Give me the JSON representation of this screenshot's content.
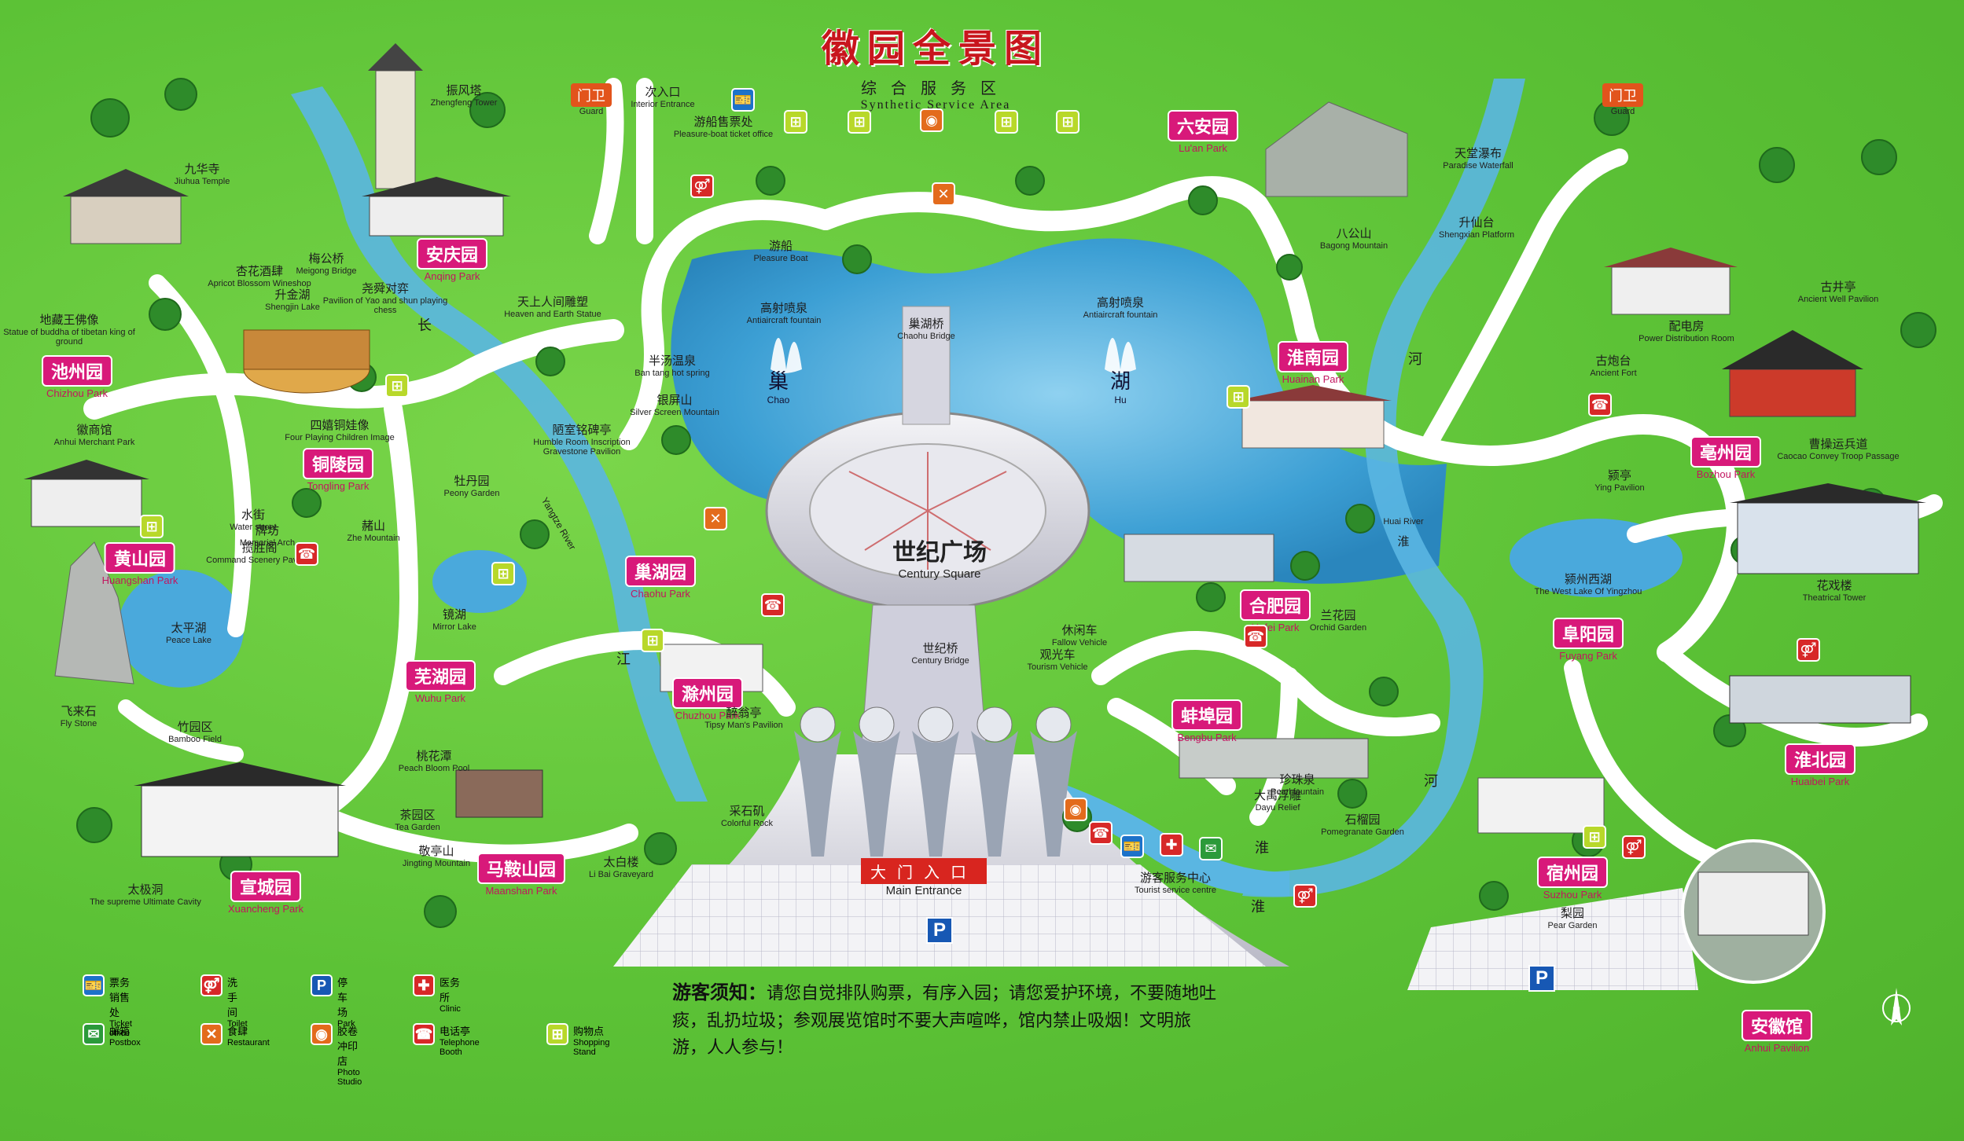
{
  "title": {
    "zh": "徽园全景图",
    "sub_zh": "综合服务区",
    "sub_en": "Synthetic Service Area"
  },
  "gates": [
    {
      "id": "gate-left",
      "zh": "门卫",
      "en": "Guard"
    },
    {
      "id": "gate-right",
      "zh": "门卫",
      "en": "Guard"
    }
  ],
  "plaza": {
    "zh": "世纪广场",
    "en": "Century Square"
  },
  "lake": {
    "west_zh": "巢",
    "west_en": "Chao",
    "east_zh": "湖",
    "east_en": "Hu"
  },
  "main_entrance": {
    "zh": "大门入口",
    "en": "Main Entrance"
  },
  "parks": [
    {
      "id": "anqing",
      "zh": "安庆园",
      "en": "Anqing Park"
    },
    {
      "id": "luan",
      "zh": "六安园",
      "en": "Lu'an Park"
    },
    {
      "id": "chizhou",
      "zh": "池州园",
      "en": "Chizhou Park"
    },
    {
      "id": "tongling",
      "zh": "铜陵园",
      "en": "Tongling Park"
    },
    {
      "id": "huangshan",
      "zh": "黄山园",
      "en": "Huangshan Park"
    },
    {
      "id": "wuhu",
      "zh": "芜湖园",
      "en": "Wuhu Park"
    },
    {
      "id": "chaohu",
      "zh": "巢湖园",
      "en": "Chaohu Park"
    },
    {
      "id": "chuzhou",
      "zh": "滁州园",
      "en": "Chuzhou Park"
    },
    {
      "id": "maanshan",
      "zh": "马鞍山园",
      "en": "Maanshan Park"
    },
    {
      "id": "xuancheng",
      "zh": "宣城园",
      "en": "Xuancheng Park"
    },
    {
      "id": "huainan",
      "zh": "淮南园",
      "en": "Huainan Park"
    },
    {
      "id": "hefei",
      "zh": "合肥园",
      "en": "Hefei Park"
    },
    {
      "id": "bengbu",
      "zh": "蚌埠园",
      "en": "Bengbu Park"
    },
    {
      "id": "bozhou",
      "zh": "亳州园",
      "en": "Bozhou Park"
    },
    {
      "id": "fuyang",
      "zh": "阜阳园",
      "en": "Fuyang Park"
    },
    {
      "id": "huaibei",
      "zh": "淮北园",
      "en": "Huaibei Park"
    },
    {
      "id": "suzhou",
      "zh": "宿州园",
      "en": "Suzhou Park"
    },
    {
      "id": "anhui",
      "zh": "安徽馆",
      "en": "Anhui Pavilion"
    }
  ],
  "spots": [
    {
      "id": "zhenfeng",
      "zh": "振风塔",
      "en": "Zhengfeng Tower"
    },
    {
      "id": "jiuhua",
      "zh": "九华寺",
      "en": "Jiuhua Temple"
    },
    {
      "id": "dizang",
      "zh": "地藏王佛像",
      "en": "Statue of buddha of tibetan king of ground"
    },
    {
      "id": "xinghua",
      "zh": "杏花酒肆",
      "en": "Apricot Blossom Wineshop"
    },
    {
      "id": "meigong",
      "zh": "梅公桥",
      "en": "Meigong Bridge"
    },
    {
      "id": "shengjin",
      "zh": "升金湖",
      "en": "Shengjin Lake"
    },
    {
      "id": "yaoshun",
      "zh": "尧舜对弈",
      "en": "Pavilion of Yao and shun playing chess"
    },
    {
      "id": "tianshang",
      "zh": "天上人间雕塑",
      "en": "Heaven and Earth Statue"
    },
    {
      "id": "sixian",
      "zh": "四嬉铜娃像",
      "en": "Four Playing Children Image"
    },
    {
      "id": "huishang",
      "zh": "徽商馆",
      "en": "Anhui Merchant Park"
    },
    {
      "id": "shuijie",
      "zh": "水街",
      "en": "Water street"
    },
    {
      "id": "paifang",
      "zh": "牌坊",
      "en": "Memorial Arch"
    },
    {
      "id": "lansheng",
      "zh": "揽胜阁",
      "en": "Command Scenery Pavilion"
    },
    {
      "id": "taiping",
      "zh": "太平湖",
      "en": "Peace Lake"
    },
    {
      "id": "feilai",
      "zh": "飞来石",
      "en": "Fly Stone"
    },
    {
      "id": "zhushan",
      "zh": "赭山",
      "en": "Zhe Mountain"
    },
    {
      "id": "mudan",
      "zh": "牡丹园",
      "en": "Peony Garden"
    },
    {
      "id": "jinghu",
      "zh": "镜湖",
      "en": "Mirror Lake"
    },
    {
      "id": "bantang",
      "zh": "半汤温泉",
      "en": "Ban tang hot spring"
    },
    {
      "id": "yinping",
      "zh": "银屏山",
      "en": "Silver Screen Mountain"
    },
    {
      "id": "loushi",
      "zh": "陋室铭碑亭",
      "en": "Humble Room Inscription Gravestone Pavilion"
    },
    {
      "id": "youchuan",
      "zh": "游船",
      "en": "Pleasure Boat"
    },
    {
      "id": "gaoshe-w",
      "zh": "高射喷泉",
      "en": "Antiaircraft fountain"
    },
    {
      "id": "gaoshe-e",
      "zh": "高射喷泉",
      "en": "Antiaircraft fountain"
    },
    {
      "id": "chaohuqiao",
      "zh": "巢湖桥",
      "en": "Chaohu Bridge"
    },
    {
      "id": "entrance",
      "zh": "次入口",
      "en": "Interior Entrance"
    },
    {
      "id": "shoupiao",
      "zh": "游船售票处",
      "en": "Pleasure-boat ticket office"
    },
    {
      "id": "tiantang",
      "zh": "天堂瀑布",
      "en": "Paradise Waterfall"
    },
    {
      "id": "bagong",
      "zh": "八公山",
      "en": "Bagong Mountain"
    },
    {
      "id": "shengxian",
      "zh": "升仙台",
      "en": "Shengxian Platform"
    },
    {
      "id": "peidian",
      "zh": "配电房",
      "en": "Power Distribution Room"
    },
    {
      "id": "gujing",
      "zh": "古井亭",
      "en": "Ancient Well Pavilion"
    },
    {
      "id": "gupao",
      "zh": "古炮台",
      "en": "Ancient Fort"
    },
    {
      "id": "caocao",
      "zh": "曹操运兵道",
      "en": "Caocao Convey Troop Passage"
    },
    {
      "id": "ying",
      "zh": "颍亭",
      "en": "Ying Pavilion"
    },
    {
      "id": "yingxi",
      "zh": "颍州西湖",
      "en": "The West Lake Of Yingzhou"
    },
    {
      "id": "huaxi",
      "zh": "花戏楼",
      "en": "Theatrical Tower"
    },
    {
      "id": "huairiver",
      "zh": "淮",
      "en": "Huai River"
    },
    {
      "id": "lanhua",
      "zh": "兰花园",
      "en": "Orchid Garden"
    },
    {
      "id": "xiuxian",
      "zh": "休闲车",
      "en": "Fallow Vehicle"
    },
    {
      "id": "guanguang",
      "zh": "观光车",
      "en": "Tourism Vehicle"
    },
    {
      "id": "shijiqiao",
      "zh": "世纪桥",
      "en": "Century Bridge"
    },
    {
      "id": "zuiweng",
      "zh": "醉翁亭",
      "en": "Tipsy Man's Pavilion"
    },
    {
      "id": "caishi",
      "zh": "采石矶",
      "en": "Colorful Rock"
    },
    {
      "id": "taohua",
      "zh": "桃花潭",
      "en": "Peach Bloom Pool"
    },
    {
      "id": "zhuyuan",
      "zh": "竹园区",
      "en": "Bamboo Field"
    },
    {
      "id": "chayuan",
      "zh": "茶园区",
      "en": "Tea Garden"
    },
    {
      "id": "jingting",
      "zh": "敬亭山",
      "en": "Jingting Mountain"
    },
    {
      "id": "taiji",
      "zh": "太极洞",
      "en": "The supreme Ultimate Cavity"
    },
    {
      "id": "taibai",
      "zh": "太白楼",
      "en": "Li Bai Graveyard"
    },
    {
      "id": "zhenzhu",
      "zh": "珍珠泉",
      "en": "Pearl fountain"
    },
    {
      "id": "dayu",
      "zh": "大禹浮雕",
      "en": "Dayu Relief"
    },
    {
      "id": "shiliu",
      "zh": "石榴园",
      "en": "Pomegranate Garden"
    },
    {
      "id": "lishan",
      "zh": "梨园",
      "en": "Pear Garden"
    },
    {
      "id": "youke",
      "zh": "游客服务中心",
      "en": "Tourist service centre"
    }
  ],
  "rivers": [
    {
      "id": "chang-river",
      "zh": "长"
    },
    {
      "id": "yangtze",
      "zh": "Yangtze River"
    },
    {
      "id": "jiang",
      "zh": "江"
    },
    {
      "id": "he-upper",
      "zh": "河"
    },
    {
      "id": "huai-1",
      "zh": "淮"
    },
    {
      "id": "he-lower",
      "zh": "河"
    },
    {
      "id": "huai-2",
      "zh": "淮"
    }
  ],
  "legend": [
    {
      "id": "ticket",
      "icon": "ticket-icon",
      "zh": "票务销售处",
      "en": "Ticket office"
    },
    {
      "id": "toilet",
      "icon": "toilet-icon",
      "zh": "洗手间",
      "en": "Toilet"
    },
    {
      "id": "parking",
      "icon": "parking-icon",
      "zh": "停车场",
      "en": "Park"
    },
    {
      "id": "clinic",
      "icon": "clinic-icon",
      "zh": "医务所",
      "en": "Clinic"
    },
    {
      "id": "postbox",
      "icon": "postbox-icon",
      "zh": "邮箱",
      "en": "Postbox"
    },
    {
      "id": "restaurant",
      "icon": "restaurant-icon",
      "zh": "食肆",
      "en": "Restaurant"
    },
    {
      "id": "photo",
      "icon": "camera-icon",
      "zh": "胶卷冲印店",
      "en": "Photo Studio"
    },
    {
      "id": "phone",
      "icon": "phone-icon",
      "zh": "电话亭",
      "en": "Telephone Booth"
    },
    {
      "id": "shop",
      "icon": "gift-icon",
      "zh": "购物点",
      "en": "Shopping Stand"
    }
  ],
  "notice": {
    "head": "游客须知：",
    "body": "请您自觉排队购票，有序入园；请您爱护环境，不要随地吐痰，乱扔垃圾；参观展览馆时不要大声喧哗，馆内禁止吸烟！文明旅游，人人参与！"
  },
  "north": "N",
  "parking_letter": "P",
  "colors": {
    "water": "#3aa6d8",
    "path": "#ffffff",
    "grass": "#5cc236",
    "park_tag": "#d8197a",
    "title": "#c8151d"
  }
}
